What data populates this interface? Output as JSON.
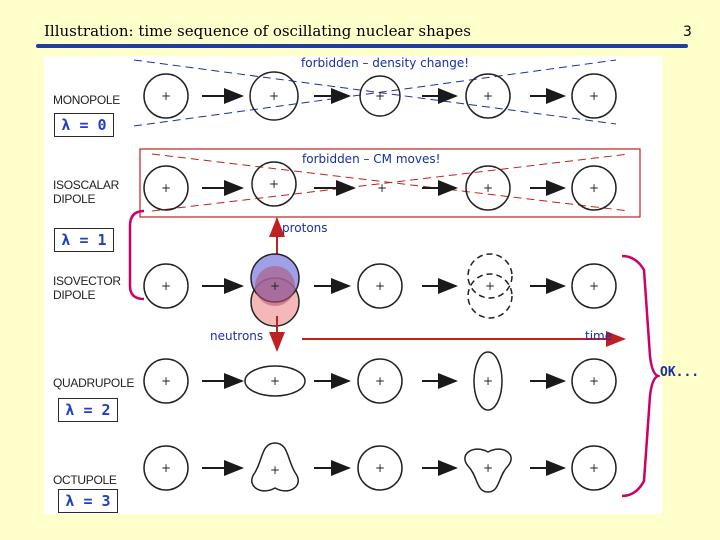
{
  "slide": {
    "title": "Illustration:  time sequence of oscillating nuclear shapes",
    "page_number": "3",
    "accent_color": "#1f3f9e"
  },
  "rows": [
    {
      "label_line1": "MONOPOLE",
      "label_line2": ""
    },
    {
      "label_line1": "ISOSCALAR",
      "label_line2": "DIPOLE"
    },
    {
      "label_line1": "ISOVECTOR",
      "label_line2": "DIPOLE"
    },
    {
      "label_line1": "QUADRUPOLE",
      "label_line2": ""
    },
    {
      "label_line1": "OCTUPOLE",
      "label_line2": ""
    }
  ],
  "lambda_labels": {
    "l0": "λ = 0",
    "l1": "λ = 1",
    "l2": "λ = 2",
    "l3": "λ = 3"
  },
  "notes": {
    "monopole_forbidden": "forbidden – density change!",
    "dipole_forbidden": "forbidden – CM moves!",
    "protons": "protons",
    "neutrons": "neutrons",
    "time": "time",
    "ok": "OK..."
  },
  "colors": {
    "forbidden": "#c02020",
    "bracket": "#cc0066",
    "protons_fill": "#8080e0",
    "neutrons_fill": "#f0a0a0"
  }
}
